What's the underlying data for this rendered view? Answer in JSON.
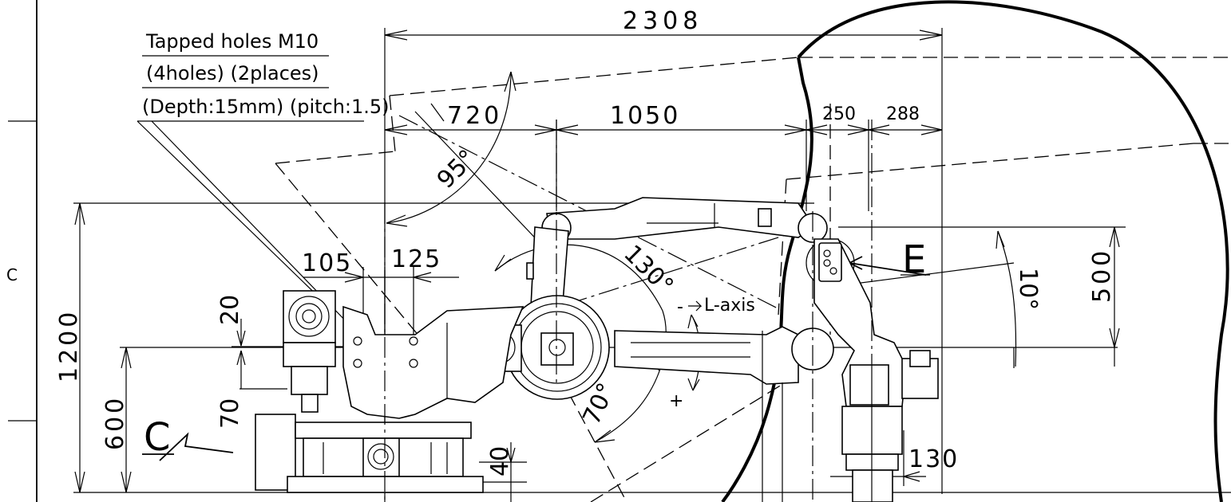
{
  "note": {
    "line1": "Tapped holes M10",
    "line2": "(4holes) (2places)",
    "line3": "(Depth:15mm)  (pitch:1.5)"
  },
  "dimensions": {
    "overall": "2308",
    "d720": "720",
    "d1050": "1050",
    "d250": "250",
    "d288": "288",
    "d105": "105",
    "d125": "125",
    "d1200": "1200",
    "d600": "600",
    "d20": "20",
    "d70": "70",
    "d40": "40",
    "d130": "130",
    "d500": "500"
  },
  "angles": {
    "a95": "95°",
    "a130": "130°",
    "a70": "70°",
    "a10": "10°"
  },
  "labels": {
    "l_axis": "L-axis",
    "view_e": "E",
    "view_c": "C",
    "border_c": "C",
    "plus": "+",
    "minus": "-"
  }
}
